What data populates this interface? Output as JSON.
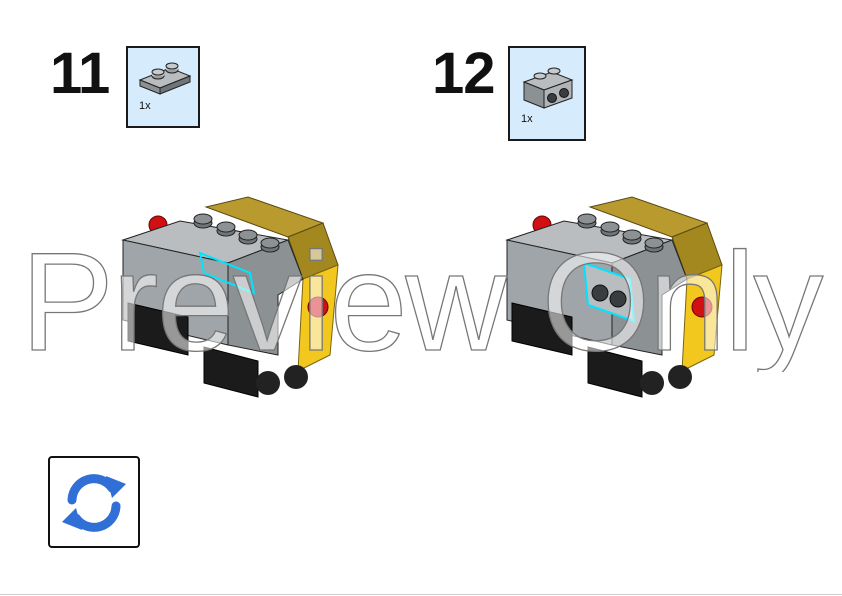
{
  "steps": [
    {
      "number": "11",
      "part": {
        "quantity": "1x",
        "icon": "plate-1x2-icon",
        "color": "#a0a5a9"
      }
    },
    {
      "number": "12",
      "part": {
        "quantity": "1x",
        "icon": "bracket-1x2-icon",
        "color": "#a0a5a9"
      }
    }
  ],
  "watermark": {
    "text": "Preview Only"
  },
  "controls": {
    "rotate_icon": "refresh-arrows-icon",
    "accent": "#2f6fd6"
  },
  "colors": {
    "part_box_bg": "#d6ebfb",
    "light_gray": "#a0a5a9",
    "dark_gold": "#b89a2e",
    "yellow": "#f2c81f",
    "red": "#d01012",
    "black": "#1b1b1b",
    "highlight": "#00e5ff"
  }
}
